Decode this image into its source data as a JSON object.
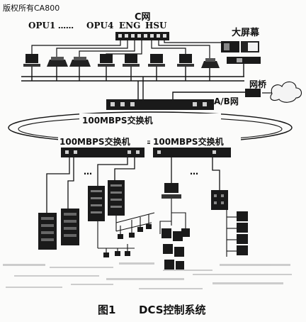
{
  "watermark": "版权所有CA800",
  "labels": {
    "c_net": "C网",
    "opu1": "OPU1",
    "dots": "……",
    "opu4": "OPU4",
    "eng": "ENG",
    "hsu": "HSU",
    "big_screen": "大屏幕",
    "net_bridge": "网桥",
    "ab_net": "A/B网",
    "switch_main": "100MBPS交换机",
    "switch_left": "100MBPS交换机",
    "switch_right": "100MBPS交换机",
    "ellipsis_left": "…",
    "ellipsis_right": "…"
  },
  "caption": {
    "fig": "图1",
    "title": "DCS控制系统"
  }
}
